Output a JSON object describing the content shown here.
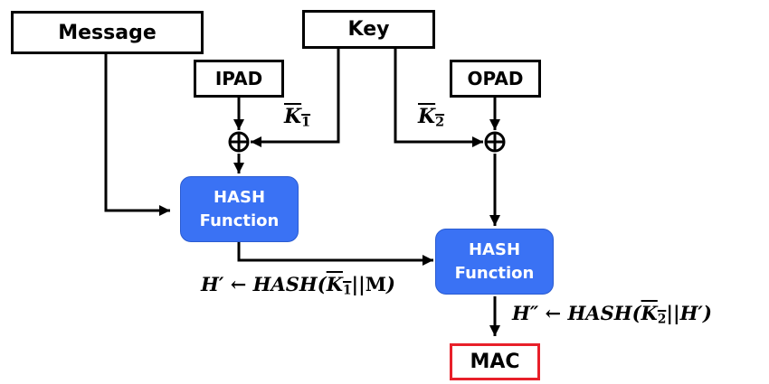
{
  "diagram": {
    "title": "HMAC construction",
    "nodes": {
      "message": "Message",
      "key": "Key",
      "ipad": "IPAD",
      "opad": "OPAD",
      "hash1": {
        "line1": "HASH",
        "line2": "Function"
      },
      "hash2": {
        "line1": "HASH",
        "line2": "Function"
      },
      "mac": "MAC"
    },
    "xor_symbol": "⊕",
    "labels": {
      "k1": {
        "base": "K",
        "sub": "1"
      },
      "k2": {
        "base": "K",
        "sub": "2"
      },
      "h_prime": {
        "lhs": "H′",
        "arrow": "←",
        "func": "HASH(",
        "k": "K",
        "k_sub": "1",
        "concat": "||",
        "msg": "M",
        "close": ")"
      },
      "h_double_prime": {
        "lhs": "H″",
        "arrow": "←",
        "func": "HASH(",
        "k": "K",
        "k_sub": "2",
        "concat": "||",
        "msg": "H′",
        "close": ")"
      }
    },
    "colors": {
      "hash_fill": "#3a72f4",
      "mac_border": "#e8202a",
      "line": "#000000"
    },
    "edges": [
      {
        "from": "message",
        "to": "hash1"
      },
      {
        "from": "key",
        "to": "xor1",
        "label": "K1"
      },
      {
        "from": "ipad",
        "to": "xor1"
      },
      {
        "from": "xor1",
        "to": "hash1"
      },
      {
        "from": "key",
        "to": "xor2",
        "label": "K2"
      },
      {
        "from": "opad",
        "to": "xor2"
      },
      {
        "from": "xor2",
        "to": "hash2"
      },
      {
        "from": "hash1",
        "to": "hash2",
        "label": "H'"
      },
      {
        "from": "hash2",
        "to": "mac",
        "label": "H''"
      }
    ]
  }
}
